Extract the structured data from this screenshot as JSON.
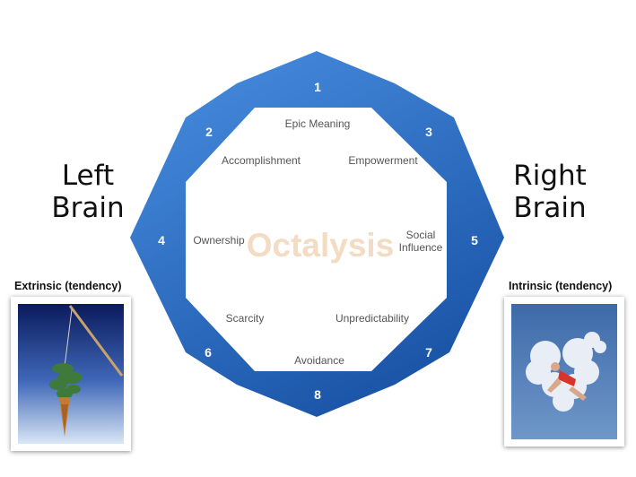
{
  "left_title": [
    "Left",
    "Brain"
  ],
  "right_title": [
    "Right",
    "Brain"
  ],
  "extrinsic_label": "Extrinsic (tendency)",
  "intrinsic_label": "Intrinsic (tendency)",
  "center_label": "Octalysis",
  "core_drives": [
    {
      "number": "1",
      "label": "Epic Meaning"
    },
    {
      "number": "2",
      "label": "Accomplishment"
    },
    {
      "number": "3",
      "label": "Empowerment"
    },
    {
      "number": "4",
      "label": "Ownership"
    },
    {
      "number": "5",
      "label": "Social\nInfluence"
    },
    {
      "number": "6",
      "label": "Scarcity"
    },
    {
      "number": "7",
      "label": "Unpredictability"
    },
    {
      "number": "8",
      "label": "Avoidance"
    }
  ],
  "colors": {
    "octagon_light": "#4a90e2",
    "octagon_dark": "#1b55a8",
    "center_text": "#f3dcc3",
    "label_text": "#555555"
  },
  "photos": [
    {
      "name": "carrot-on-stick-photo"
    },
    {
      "name": "heart-cloud-jumper-photo"
    }
  ]
}
